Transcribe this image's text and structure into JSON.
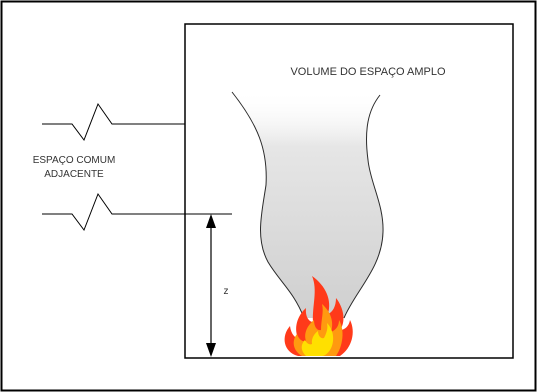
{
  "diagram": {
    "volume_label": "VOLUME DO ESPAÇO AMPLO",
    "adjacent_label_line1": "ESPAÇO COMUM",
    "adjacent_label_line2": "ADJACENTE",
    "height_label": "z"
  },
  "colors": {
    "frame": "#000000",
    "room": "#000000",
    "text": "#333333",
    "plume_fill": "#d8d8d8",
    "plume_edge": "#2a2a2a",
    "flame_outer": "#ff3a1a",
    "flame_mid": "#ff9a10",
    "flame_inner": "#ffe000"
  },
  "icons": {
    "fire": "fire-icon",
    "break": "break-line-icon",
    "arrow": "double-arrow-icon"
  }
}
